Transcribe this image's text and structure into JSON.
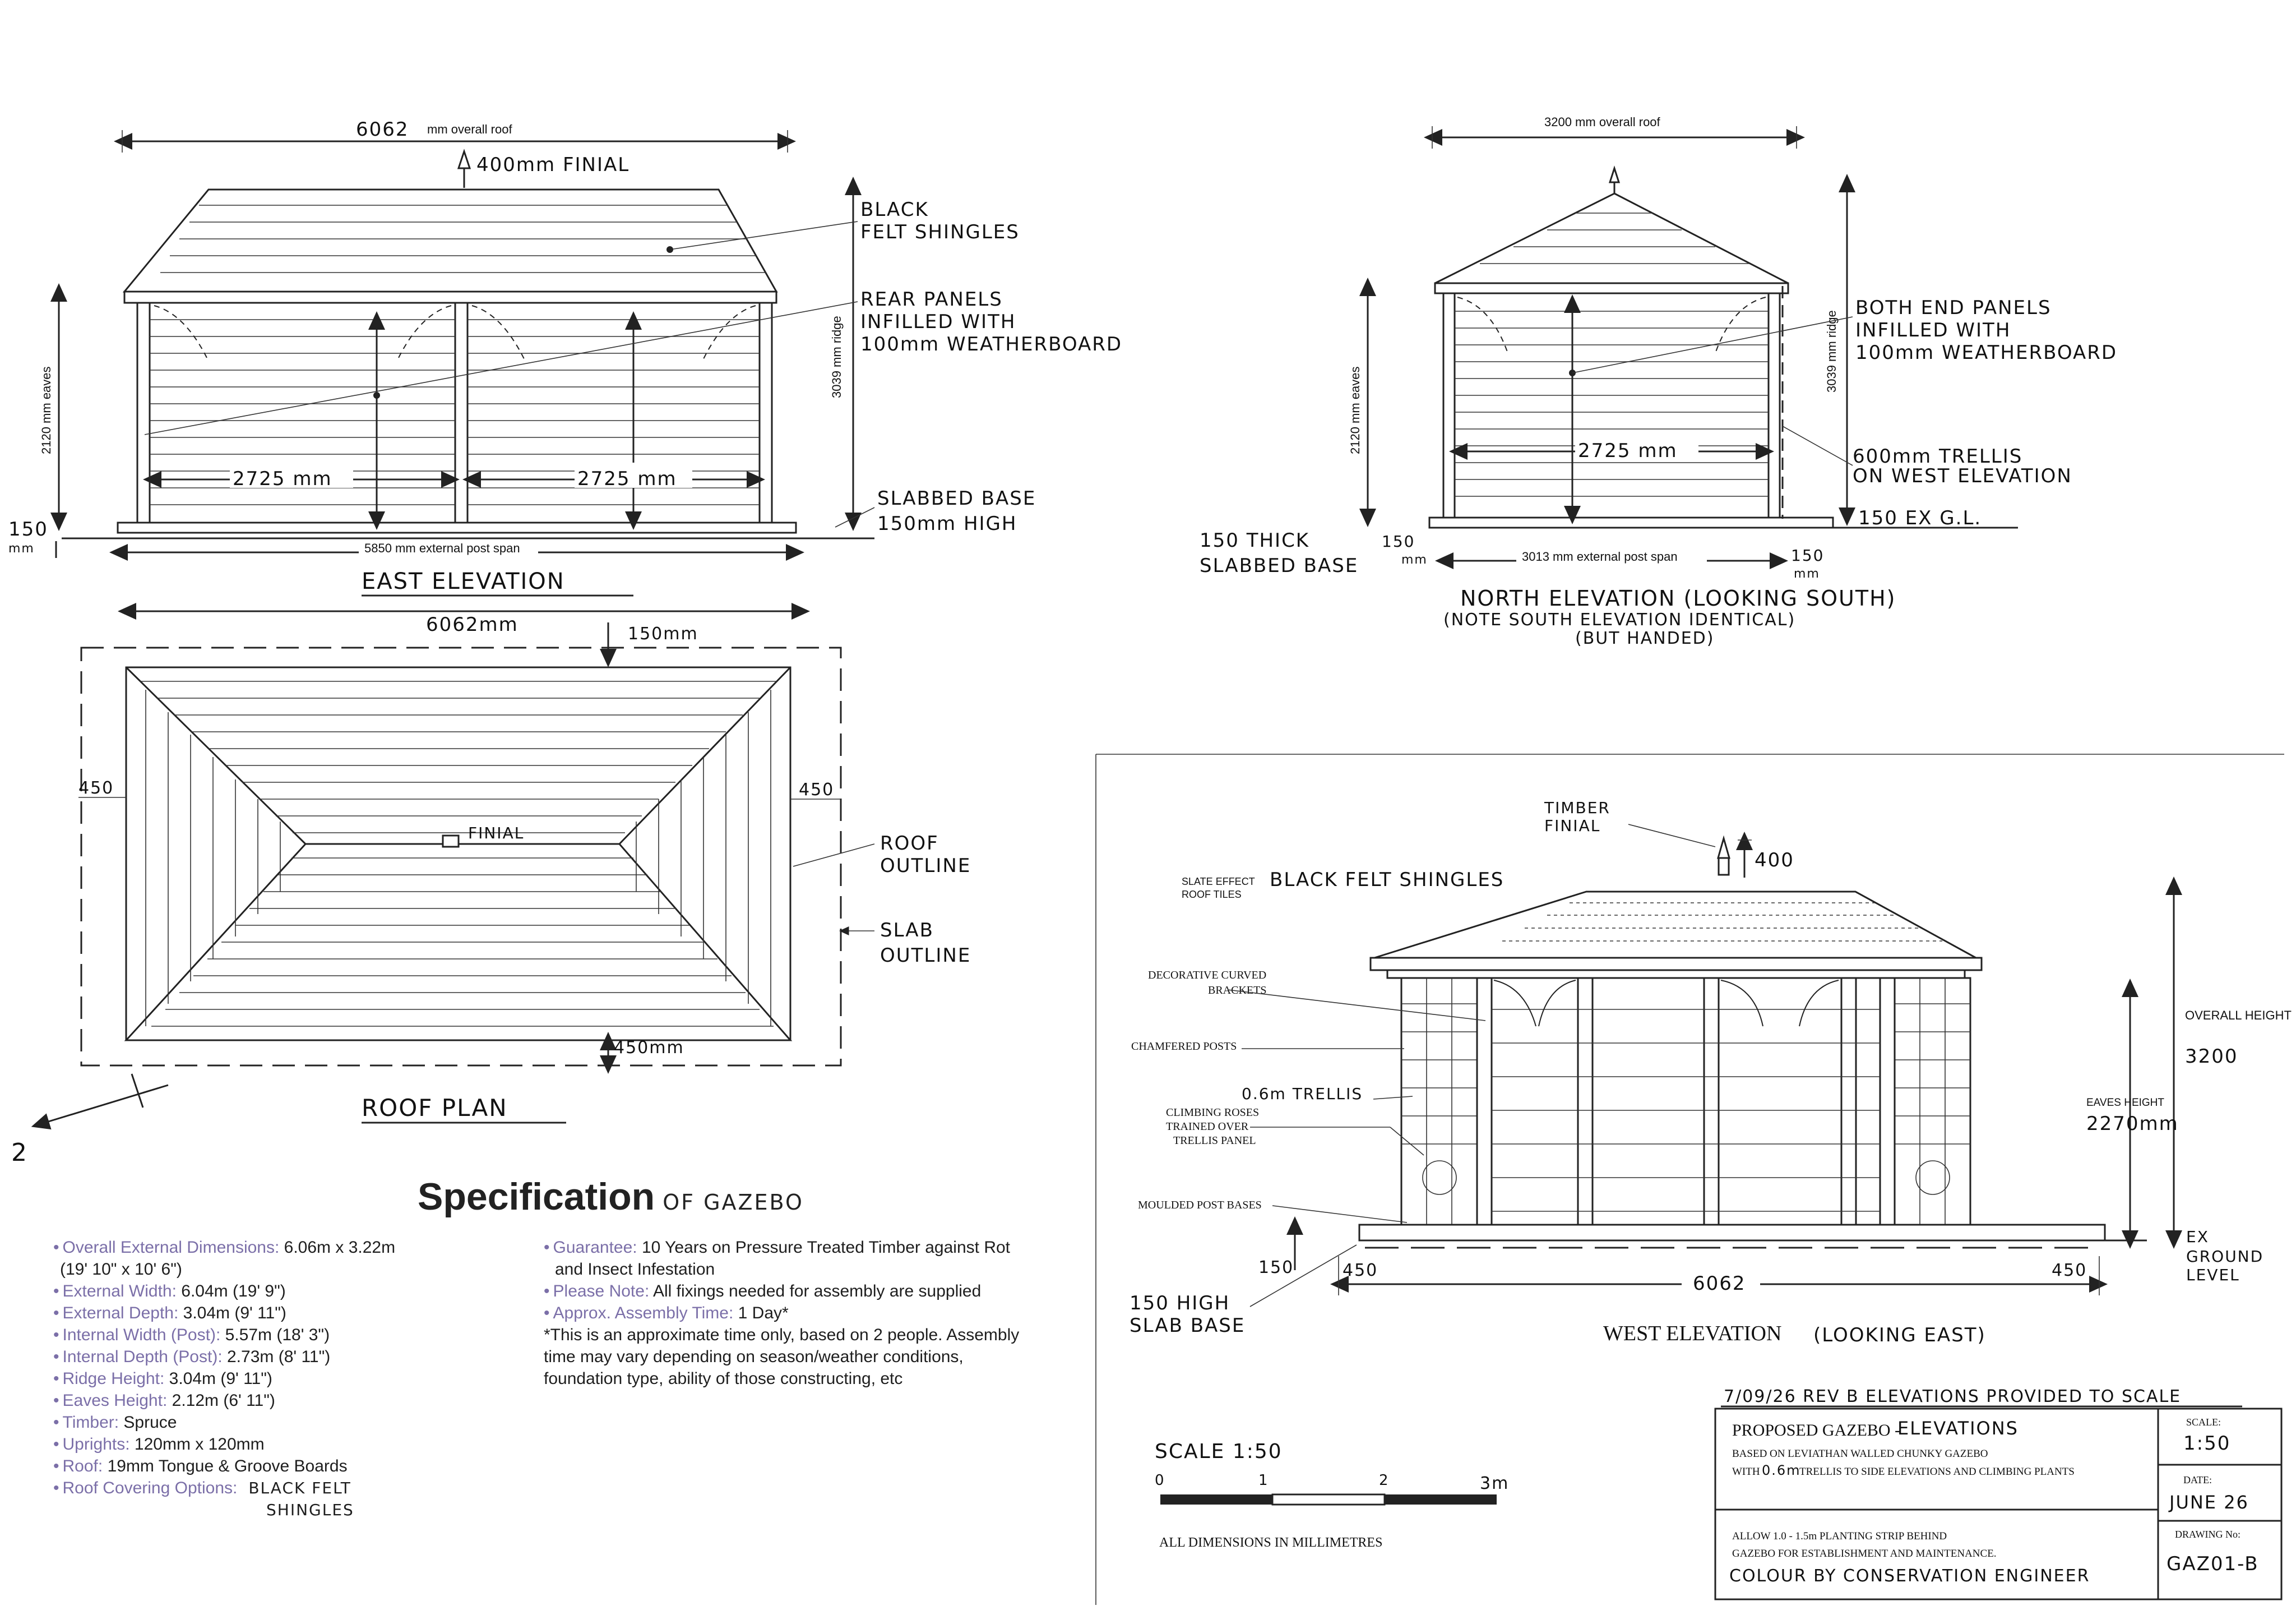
{
  "east_elevation": {
    "title": "EAST ELEVATION",
    "overall_roof_value": "6062",
    "overall_roof_unit": "mm overall roof",
    "finial_note": "400mm FINIAL",
    "shingles_note": [
      "BLACK",
      "FELT SHINGLES"
    ],
    "rear_panels_note": [
      "REAR PANELS",
      "INFILLED WITH",
      "100mm WEATHERBOARD"
    ],
    "ridge_dim": "3039 mm ridge",
    "eaves_dim": "2120 mm eaves",
    "bay_dims": [
      "2725 mm",
      "2725 mm"
    ],
    "base_note": [
      "SLABBED BASE",
      "150mm HIGH"
    ],
    "post_span": "5850 mm external post span",
    "left_dim": [
      "150",
      "mm"
    ]
  },
  "north_elevation": {
    "title": "NORTH ELEVATION (LOOKING SOUTH)",
    "subtitle": [
      "(NOTE SOUTH ELEVATION IDENTICAL)",
      "(BUT HANDED)"
    ],
    "overall_roof": "3200 mm overall roof",
    "ridge_dim": "3039 mm ridge",
    "eaves_dim": "2120 mm eaves",
    "bay_dim": "2725 mm",
    "end_panels_note": [
      "BOTH END PANELS",
      "INFILLED WITH",
      "100mm WEATHERBOARD"
    ],
    "trellis_note": [
      "600mm TRELLIS",
      "ON WEST ELEVATION"
    ],
    "ground_note": "150   EX G.L.",
    "base_note": [
      "150 THICK",
      "SLABBED BASE"
    ],
    "left_dim": [
      "150",
      "mm"
    ],
    "right_dim": [
      "150",
      "mm"
    ],
    "post_span": "3013 mm external post span"
  },
  "roof_plan": {
    "title": "ROOF PLAN",
    "width_dim": "6062mm",
    "top_offset": "150mm",
    "left_offset": "450",
    "right_offset": "450",
    "bottom_offset": "450mm",
    "finial_label": "FINIAL",
    "roof_outline_note": [
      "ROOF",
      "OUTLINE"
    ],
    "slab_outline_note": [
      "SLAB",
      "OUTLINE"
    ],
    "north_label": "2"
  },
  "west_elevation": {
    "title": "WEST ELEVATION",
    "title_hand": "(LOOKING EAST)",
    "finial_note": [
      "TIMBER",
      "FINIAL"
    ],
    "finial_dim": "400",
    "slate_note": [
      "SLATE EFFECT",
      "ROOF TILES"
    ],
    "shingles_note": "BLACK FELT SHINGLES",
    "brackets_note": [
      "DECORATIVE CURVED",
      "BRACKETS"
    ],
    "posts_note": "CHAMFERED POSTS",
    "trellis_note": "0.6m TRELLIS",
    "roses_note": [
      "CLIMBING ROSES",
      "TRAINED OVER",
      "TRELLIS PANEL"
    ],
    "post_bases_note": "MOULDED POST BASES",
    "overall_height_label": "OVERALL HEIGHT",
    "overall_height_value": "3200",
    "eaves_height_label": "EAVES HEIGHT",
    "eaves_height_value": "2270mm",
    "base_dim": "150",
    "left_dim": "450",
    "right_dim": "450",
    "width_dim": "6062",
    "ground_note": [
      "EX",
      "GROUND",
      "LEVEL"
    ],
    "slab_note": [
      "150 HIGH",
      "SLAB BASE"
    ]
  },
  "title_block": {
    "revision_note": "7/09/26 REV B  ELEVATIONS PROVIDED TO SCALE",
    "project_title": "PROPOSED GAZEBO -",
    "project_title_hand": "ELEVATIONS",
    "based_on": "BASED ON LEVIATHAN WALLED CHUNKY GAZEBO",
    "with_line_prefix": "WITH",
    "with_line_hand": "0.6m",
    "with_line_suffix": "TRELLIS TO SIDE ELEVATIONS AND CLIMBING PLANTS",
    "scale_label": "SCALE:",
    "scale_value": "1:50",
    "date_label": "DATE:",
    "date_value": "JUNE 26",
    "drawing_label": "DRAWING No:",
    "drawing_value": "GAZ01-B",
    "allow_note": [
      "ALLOW 1.0 - 1.5m PLANTING STRIP BEHIND",
      "GAZEBO FOR ESTABLISHMENT AND MAINTENANCE."
    ],
    "colour_note": "COLOUR BY CONSERVATION ENGINEER"
  },
  "scale_bar": {
    "label": "SCALE 1:50",
    "ticks": [
      "0",
      "1",
      "2",
      "3m"
    ],
    "dimensions_note": "ALL DIMENSIONS IN MILLIMETRES"
  },
  "specification": {
    "heading": "Specification",
    "heading_hand": "OF GAZEBO",
    "left_items": [
      {
        "k": "Overall External Dimensions:",
        "v": " 6.06m x 3.22m"
      },
      {
        "k": "",
        "v": "(19' 10\" x 10' 6\")"
      },
      {
        "k": "External Width:",
        "v": " 6.04m (19' 9\")"
      },
      {
        "k": "External Depth:",
        "v": " 3.04m (9' 11\")"
      },
      {
        "k": "Internal Width (Post):",
        "v": " 5.57m (18' 3\")"
      },
      {
        "k": "Internal Depth (Post):",
        "v": " 2.73m (8' 11\")"
      },
      {
        "k": "Ridge Height:",
        "v": " 3.04m (9' 11\")"
      },
      {
        "k": "Eaves Height:",
        "v": " 2.12m (6' 11\")"
      },
      {
        "k": "Timber:",
        "v": " Spruce"
      },
      {
        "k": "Uprights:",
        "v": " 120mm x 120mm"
      },
      {
        "k": "Roof:",
        "v": " 19mm Tongue & Groove Boards"
      },
      {
        "k": "Roof Covering Options:",
        "v": ""
      }
    ],
    "roof_covering_hand": [
      "BLACK FELT",
      "SHINGLES"
    ],
    "right_items": [
      {
        "k": "Guarantee:",
        "v": " 10 Years on Pressure Treated Timber against Rot and Insect Infestation"
      },
      {
        "k": "Please Note:",
        "v": " All fixings needed for assembly are supplied"
      },
      {
        "k": "Approx. Assembly Time:",
        "v": " 1 Day*"
      }
    ],
    "assembly_note": "*This is an approximate time only, based on 2 people. Assembly time may vary depending on season/weather conditions, foundation type, ability of those constructing, etc"
  }
}
